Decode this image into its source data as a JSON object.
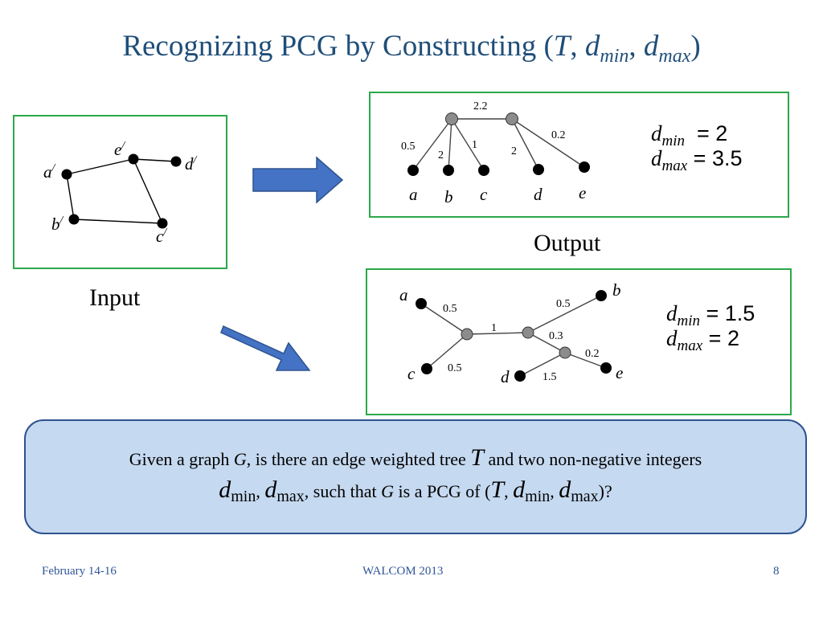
{
  "slide": {
    "title": {
      "text": "Recognizing PCG by Constructing (",
      "t": "T",
      "sep": ", ",
      "d": "d",
      "min": "min",
      "max": "max",
      "close": ")"
    },
    "input_caption": "Input",
    "output_caption": "Output"
  },
  "input_graph": {
    "nodes": [
      {
        "id": "a",
        "label": "a",
        "prime": "/"
      },
      {
        "id": "e",
        "label": "e",
        "prime": "/"
      },
      {
        "id": "d",
        "label": "d",
        "prime": "/"
      },
      {
        "id": "b",
        "label": "b",
        "prime": "/"
      },
      {
        "id": "c",
        "label": "c",
        "prime": "/"
      }
    ],
    "edges": [
      [
        "a",
        "e"
      ],
      [
        "e",
        "d"
      ],
      [
        "a",
        "b"
      ],
      [
        "b",
        "c"
      ],
      [
        "e",
        "c"
      ]
    ]
  },
  "tree1": {
    "edge_weights": {
      "root_link": "2.2",
      "a": "0.5",
      "b": "2",
      "c": "1",
      "d": "2",
      "e": "0.2"
    },
    "leaf_labels": [
      "a",
      "b",
      "c",
      "d",
      "e"
    ],
    "d_min_label": "d",
    "d_min_sub": "min",
    "d_min_value": "= 2",
    "d_max_label": "d",
    "d_max_sub": "max",
    "d_max_value": "= 3.5"
  },
  "tree2": {
    "edge_weights": {
      "a": "0.5",
      "b": "0.5",
      "c": "0.5",
      "mid": "1",
      "inner": "0.3",
      "e": "0.2",
      "d": "1.5"
    },
    "leaf_labels": [
      "a",
      "b",
      "c",
      "d",
      "e"
    ],
    "d_min_label": "d",
    "d_min_sub": "min",
    "d_min_value": "= 1.5",
    "d_max_label": "d",
    "d_max_sub": "max",
    "d_max_value": "= 2"
  },
  "question": {
    "p1": "Given a graph ",
    "g": "G",
    "p2": ",  is  there an edge weighted tree ",
    "t": "T",
    "p3": " and two non-negative integers",
    "d": "d",
    "min": "min",
    "max": "max",
    "p4": ", ",
    "p5": ", such that ",
    "p6": " is a PCG of (",
    "p7": ", ",
    "p8": ", ",
    "p9": ")?"
  },
  "footer": {
    "date": "February 14-16",
    "conference": "WALCOM 2013",
    "page": "8"
  },
  "colors": {
    "title": "#1f4e79",
    "panel_border": "#2ba84a",
    "arrow_fill": "#4472c4",
    "question_bg": "#c5d9f0",
    "footer": "#2f5597"
  }
}
